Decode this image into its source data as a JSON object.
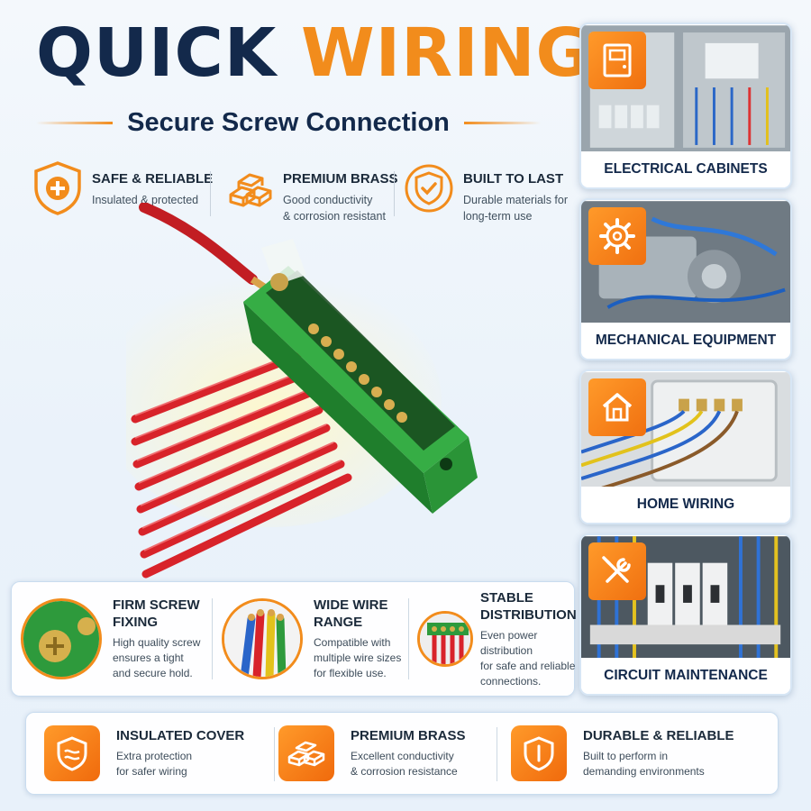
{
  "header": {
    "title_part1": "QUICK",
    "title_part2": "WIRING",
    "subtitle": "Secure Screw Connection"
  },
  "top_features": [
    {
      "title": "SAFE & RELIABLE",
      "line1": "Insulated & protected",
      "line2": "",
      "icon": "shield-plus-icon"
    },
    {
      "title": "PREMIUM BRASS",
      "line1": "Good conductivity",
      "line2": "& corrosion resistant",
      "icon": "brass-bars-icon"
    },
    {
      "title": "BUILT TO LAST",
      "line1": "Durable materials for",
      "line2": "long-term use",
      "icon": "shield-check-icon"
    }
  ],
  "applications": [
    {
      "label": "ELECTRICAL CABINETS",
      "icon": "cabinet-icon"
    },
    {
      "label": "MECHANICAL EQUIPMENT",
      "icon": "gear-icon"
    },
    {
      "label": "HOME WIRING",
      "icon": "house-icon"
    },
    {
      "label": "CIRCUIT MAINTENANCE",
      "icon": "tools-icon"
    }
  ],
  "middle_features": [
    {
      "title_l1": "FIRM SCREW",
      "title_l2": "FIXING",
      "line1": "High quality screw",
      "line2": "ensures a tight",
      "line3": "and secure hold."
    },
    {
      "title_l1": "WIDE WIRE",
      "title_l2": "RANGE",
      "line1": "Compatible with",
      "line2": "multiple wire sizes",
      "line3": "for flexible use."
    },
    {
      "title_l1": "STABLE",
      "title_l2": "DISTRIBUTION",
      "line1": "Even power distribution",
      "line2": "for safe and reliable",
      "line3": "connections."
    }
  ],
  "bottom_features": [
    {
      "title": "INSULATED COVER",
      "line1": "Extra protection",
      "line2": "for safer wiring",
      "icon": "shield-wave-icon"
    },
    {
      "title": "PREMIUM BRASS",
      "line1": "Excellent conductivity",
      "line2": "& corrosion resistance",
      "icon": "brass-bars-icon"
    },
    {
      "title": "DURABLE & RELIABLE",
      "line1": "Built to perform in",
      "line2": "demanding environments",
      "icon": "shield-icon"
    }
  ],
  "colors": {
    "accent": "#f28c1c",
    "navy": "#13294b",
    "block_green": "#2e9a3c",
    "wire_red": "#d8232a"
  }
}
